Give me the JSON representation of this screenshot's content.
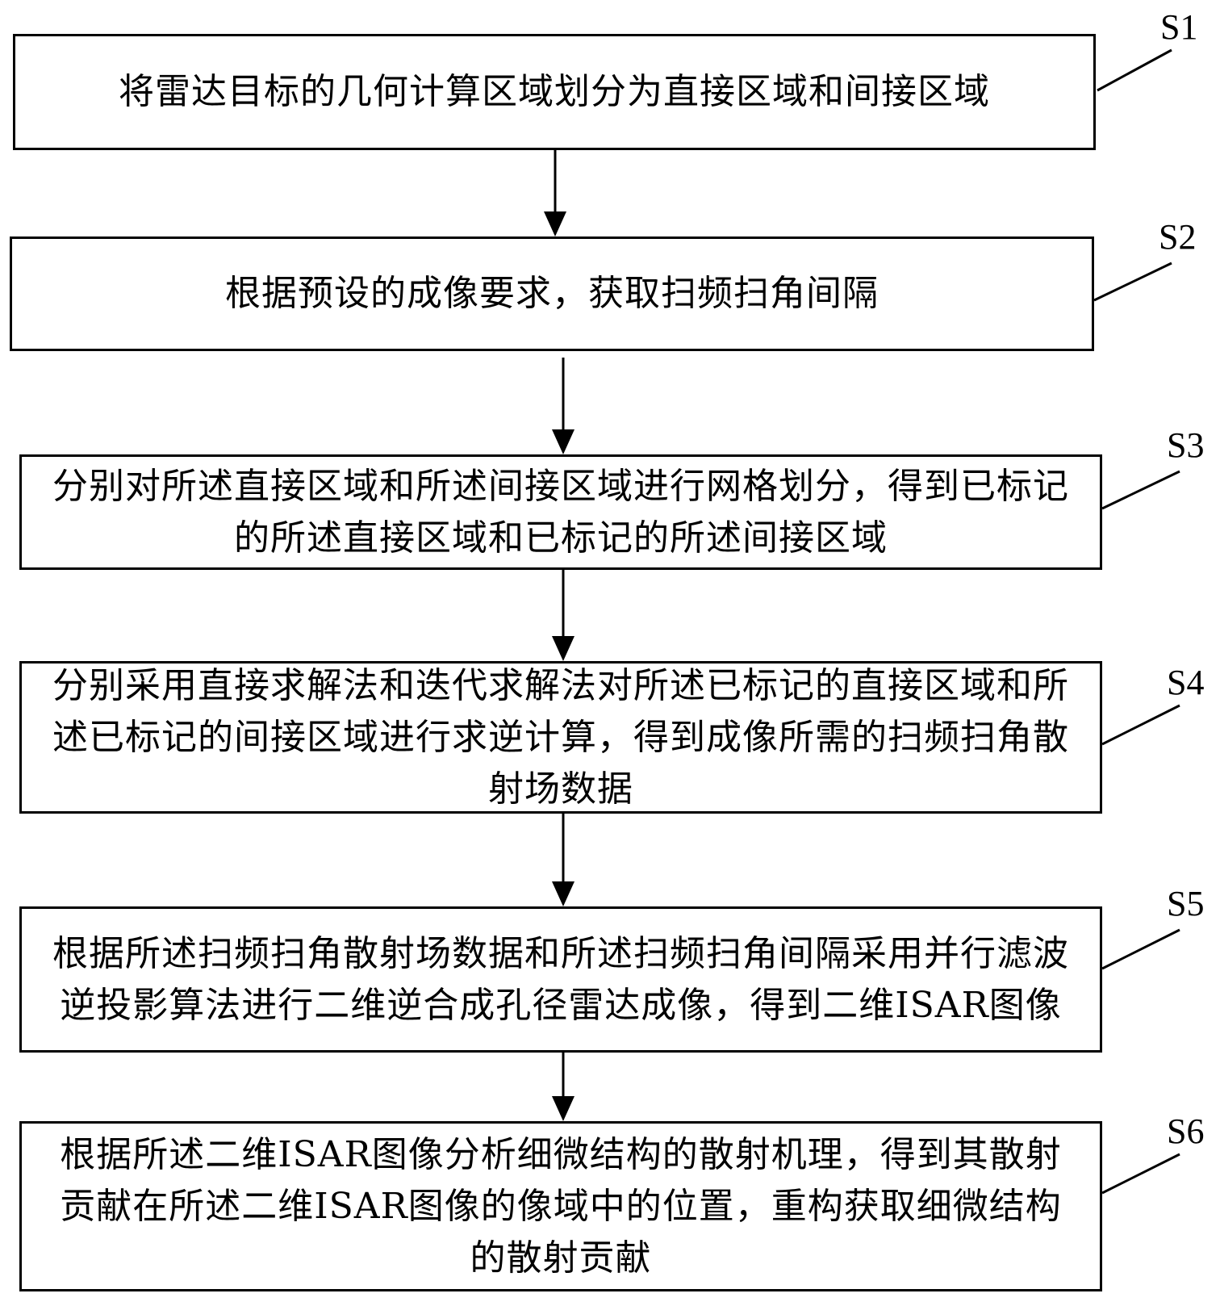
{
  "steps": [
    {
      "id": "S1",
      "label": "S1",
      "text": "将雷达目标的几何计算区域划分为直接区域和间接区域"
    },
    {
      "id": "S2",
      "label": "S2",
      "text": "根据预设的成像要求，获取扫频扫角间隔"
    },
    {
      "id": "S3",
      "label": "S3",
      "text": "分别对所述直接区域和所述间接区域进行网格划分，得到已标记的所述直接区域和已标记的所述间接区域"
    },
    {
      "id": "S4",
      "label": "S4",
      "text": "分别采用直接求解法和迭代求解法对所述已标记的直接区域和所述已标记的间接区域进行求逆计算，得到成像所需的扫频扫角散射场数据"
    },
    {
      "id": "S5",
      "label": "S5",
      "text": "根据所述扫频扫角散射场数据和所述扫频扫角间隔采用并行滤波逆投影算法进行二维逆合成孔径雷达成像，得到二维ISAR图像"
    },
    {
      "id": "S6",
      "label": "S6",
      "text": "根据所述二维ISAR图像分析细微结构的散射机理，得到其散射贡献在所述二维ISAR图像的像域中的位置，重构获取细微结构的散射贡献"
    }
  ]
}
